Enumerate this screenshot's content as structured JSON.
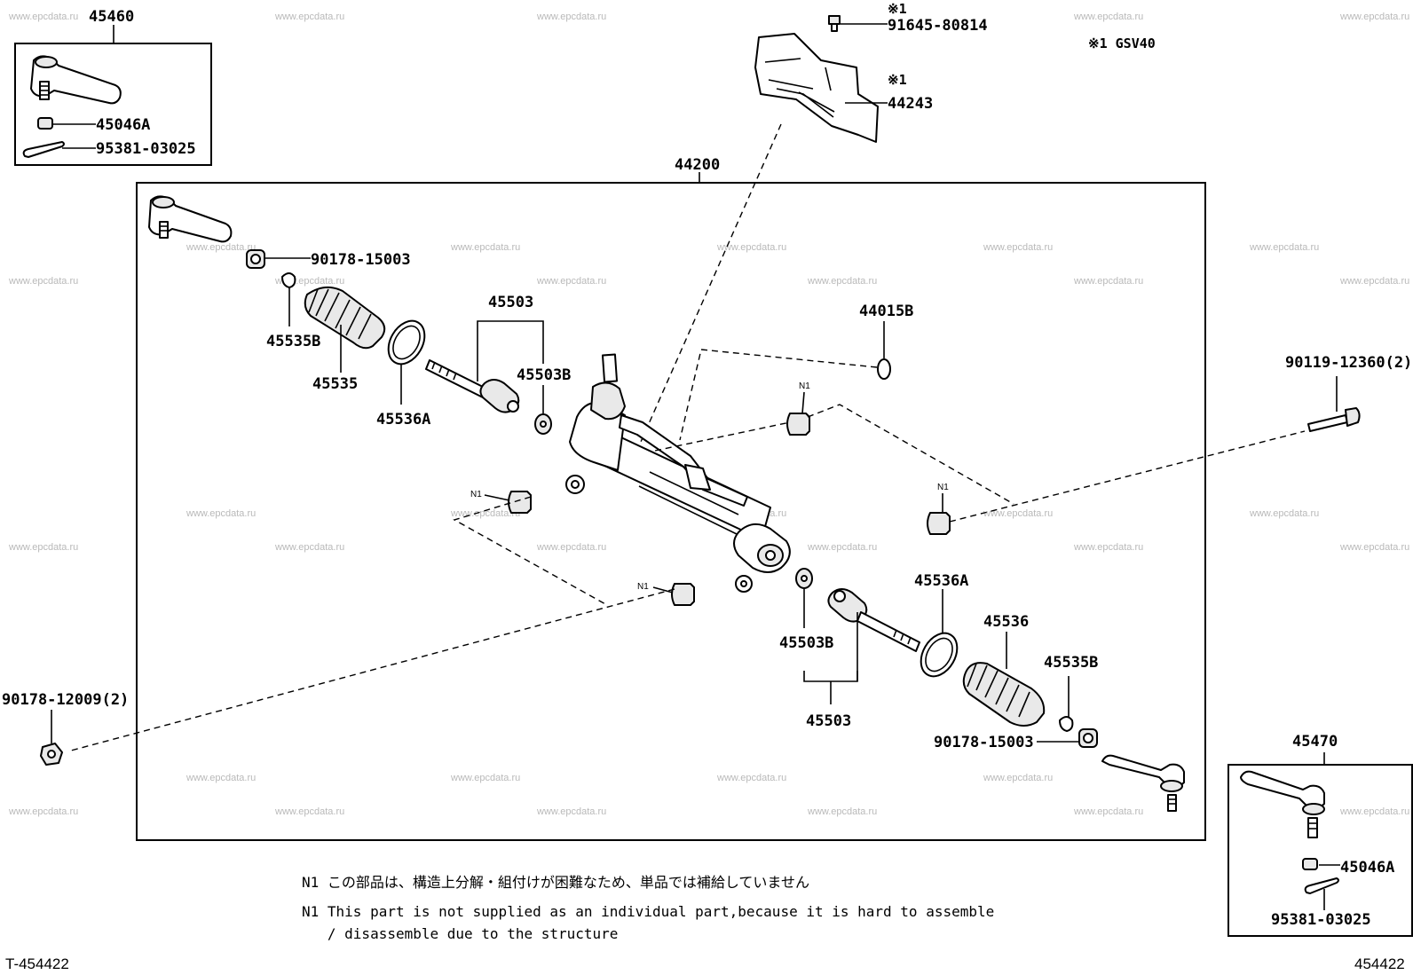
{
  "watermark": "www.epcdata.ru",
  "labels": {
    "p45460": "45460",
    "p45046A_top": "45046A",
    "p95381_top": "95381-03025",
    "p91645": "91645-80814",
    "mark_91645": "※1",
    "p44243": "44243",
    "mark_44243": "※1",
    "note_gsv": "※1 GSV40",
    "p44200": "44200",
    "p90178_15003_left": "90178-15003",
    "p45535B_left": "45535B",
    "p45535": "45535",
    "p45536A_left": "45536A",
    "p45503_top": "45503",
    "p45503B_top": "45503B",
    "p44015B": "44015B",
    "p90119": "90119-12360(2)",
    "n1_a": "N1",
    "n1_b": "N1",
    "n1_c": "N1",
    "n1_d": "N1",
    "p90178_12009": "90178-12009(2)",
    "p45503B_bottom": "45503B",
    "p45503_bottom": "45503",
    "p45536A_right": "45536A",
    "p45536": "45536",
    "p45535B_right": "45535B",
    "p90178_15003_right": "90178-15003",
    "p45470": "45470",
    "p45046A_bottom": "45046A",
    "p95381_bottom": "95381-03025"
  },
  "notes": {
    "jp": "N1 この部品は、構造上分解・組付けが困難なため、単品では補給していません",
    "en1": "N1 This part is not supplied as an individual part,because it is hard to assemble",
    "en2": "   / disassemble due to the structure"
  },
  "footer": {
    "left_code": "T-454422",
    "right_code": "454422"
  }
}
